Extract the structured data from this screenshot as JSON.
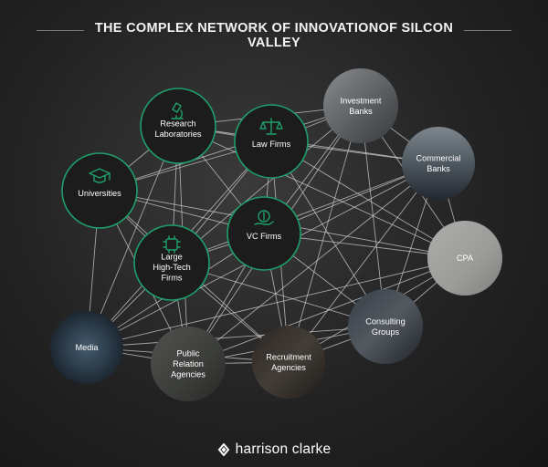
{
  "title": "THE COMPLEX NETWORK OF INNOVATIONOF SILCON VALLEY",
  "brand": "harrison clarke",
  "colors": {
    "accent": "#1f9e6a",
    "line": "#cfcfcf",
    "background": "#222222"
  },
  "nodes": [
    {
      "id": "research",
      "lines": [
        "Research",
        "Laboratories"
      ],
      "kind": "icon",
      "icon": "microscope-icon"
    },
    {
      "id": "law",
      "lines": [
        "Law Firms"
      ],
      "kind": "icon",
      "icon": "scales-icon"
    },
    {
      "id": "universities",
      "lines": [
        "Universities"
      ],
      "kind": "icon",
      "icon": "graduation-cap-icon"
    },
    {
      "id": "vc",
      "lines": [
        "VC Firms"
      ],
      "kind": "icon",
      "icon": "money-hand-icon"
    },
    {
      "id": "hightech",
      "lines": [
        "Large",
        "High-Tech",
        "Firms"
      ],
      "kind": "icon",
      "icon": "chip-icon"
    },
    {
      "id": "investment",
      "lines": [
        "Investment",
        "Banks"
      ],
      "kind": "photo",
      "photo": "building-photo"
    },
    {
      "id": "commercial",
      "lines": [
        "Commercial",
        "Banks"
      ],
      "kind": "photo",
      "photo": "city-skyline-photo"
    },
    {
      "id": "cpa",
      "lines": [
        "CPA"
      ],
      "kind": "photo",
      "photo": "woman-laptop-photo"
    },
    {
      "id": "consulting",
      "lines": [
        "Consulting",
        "Groups"
      ],
      "kind": "photo",
      "photo": "handshake-photo"
    },
    {
      "id": "recruitment",
      "lines": [
        "Recruitment",
        "Agencies"
      ],
      "kind": "photo",
      "photo": "office-meeting-photo"
    },
    {
      "id": "pr",
      "lines": [
        "Public",
        "Relation",
        "Agencies"
      ],
      "kind": "photo",
      "photo": "desk-photo"
    },
    {
      "id": "media",
      "lines": [
        "Media"
      ],
      "kind": "photo",
      "photo": "screens-photo"
    }
  ],
  "edges": [
    [
      "research",
      "law"
    ],
    [
      "research",
      "universities"
    ],
    [
      "research",
      "vc"
    ],
    [
      "research",
      "hightech"
    ],
    [
      "research",
      "investment"
    ],
    [
      "research",
      "commercial"
    ],
    [
      "research",
      "media"
    ],
    [
      "research",
      "pr"
    ],
    [
      "research",
      "cpa"
    ],
    [
      "law",
      "universities"
    ],
    [
      "law",
      "vc"
    ],
    [
      "law",
      "investment"
    ],
    [
      "law",
      "commercial"
    ],
    [
      "law",
      "hightech"
    ],
    [
      "law",
      "media"
    ],
    [
      "law",
      "consulting"
    ],
    [
      "law",
      "recruitment"
    ],
    [
      "law",
      "cpa"
    ],
    [
      "universities",
      "vc"
    ],
    [
      "universities",
      "hightech"
    ],
    [
      "universities",
      "media"
    ],
    [
      "universities",
      "pr"
    ],
    [
      "universities",
      "investment"
    ],
    [
      "universities",
      "recruitment"
    ],
    [
      "universities",
      "cpa"
    ],
    [
      "vc",
      "hightech"
    ],
    [
      "vc",
      "investment"
    ],
    [
      "vc",
      "commercial"
    ],
    [
      "vc",
      "cpa"
    ],
    [
      "vc",
      "consulting"
    ],
    [
      "vc",
      "recruitment"
    ],
    [
      "vc",
      "pr"
    ],
    [
      "vc",
      "media"
    ],
    [
      "hightech",
      "media"
    ],
    [
      "hightech",
      "pr"
    ],
    [
      "hightech",
      "recruitment"
    ],
    [
      "hightech",
      "consulting"
    ],
    [
      "hightech",
      "commercial"
    ],
    [
      "hightech",
      "investment"
    ],
    [
      "investment",
      "commercial"
    ],
    [
      "investment",
      "cpa"
    ],
    [
      "investment",
      "consulting"
    ],
    [
      "investment",
      "recruitment"
    ],
    [
      "investment",
      "pr"
    ],
    [
      "commercial",
      "cpa"
    ],
    [
      "commercial",
      "consulting"
    ],
    [
      "commercial",
      "recruitment"
    ],
    [
      "commercial",
      "media"
    ],
    [
      "commercial",
      "pr"
    ],
    [
      "cpa",
      "consulting"
    ],
    [
      "cpa",
      "recruitment"
    ],
    [
      "cpa",
      "media"
    ],
    [
      "cpa",
      "pr"
    ],
    [
      "consulting",
      "recruitment"
    ],
    [
      "consulting",
      "pr"
    ],
    [
      "consulting",
      "media"
    ],
    [
      "recruitment",
      "pr"
    ],
    [
      "recruitment",
      "media"
    ],
    [
      "pr",
      "media"
    ]
  ]
}
